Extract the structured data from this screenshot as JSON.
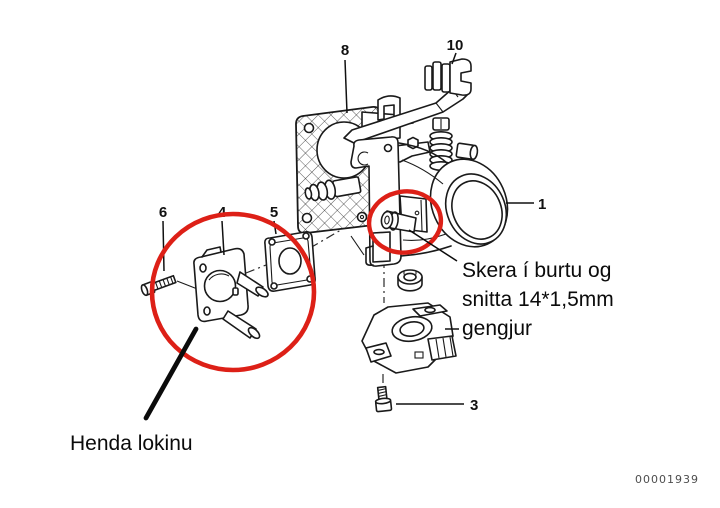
{
  "diagram": {
    "type": "exploded-parts-diagram",
    "subject": "throttle-body-assembly",
    "colors": {
      "annotation_red": "#dd2017",
      "ink": "#1a1a1a",
      "watermark_gray": "#4d4d4d"
    },
    "watermark": "00001939",
    "parts": [
      {
        "number": "1",
        "name": "throttle-body"
      },
      {
        "number": "3",
        "name": "sensor-screw"
      },
      {
        "number": "4",
        "name": "cover-cap"
      },
      {
        "number": "5",
        "name": "gasket"
      },
      {
        "number": "6",
        "name": "bolt"
      },
      {
        "number": "8",
        "name": "insulator-plate"
      },
      {
        "number": "10",
        "name": "retaining-clip"
      }
    ],
    "annotations": {
      "cut_note": {
        "line1": "Skera í burtu og",
        "line2": "snitta 14*1,5mm",
        "line3": "gengjur"
      },
      "discard_note": "Henda lokinu"
    }
  }
}
